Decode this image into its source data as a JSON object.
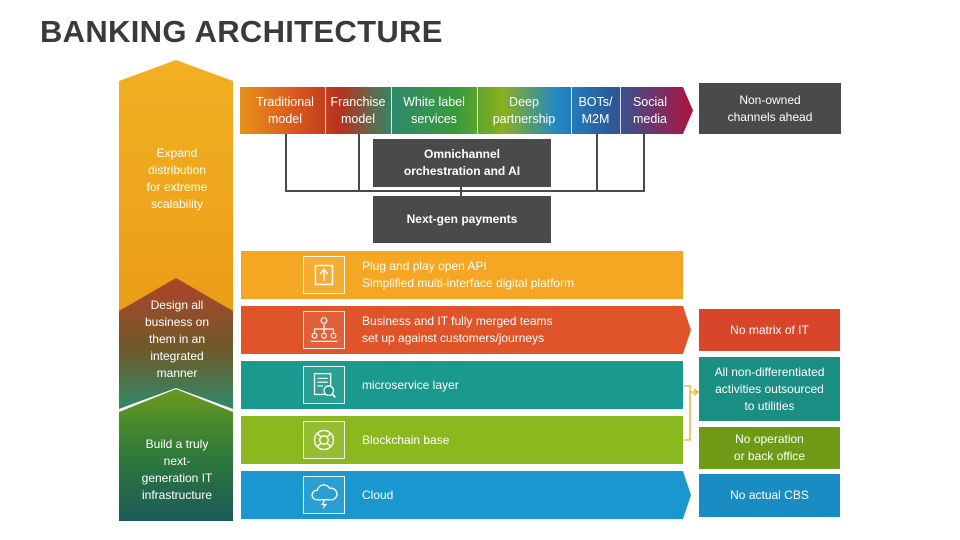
{
  "title": "BANKING ARCHITECTURE",
  "left_stack": [
    {
      "label": "Expand\ndistribution\nfor extreme\nscalability",
      "color": "#f0a81c"
    },
    {
      "label": "Design all\nbusiness on\nthem in an\nintegrated\nmanner",
      "color": "#8c4a2c"
    },
    {
      "label": "Build a truly\nnext-\ngeneration IT\ninfrastructure",
      "color": "#2e7a3a"
    }
  ],
  "channels": [
    "Traditional\nmodel",
    "Franchise\nmodel",
    "White label\nservices",
    "Deep\npartnership",
    "BOTs/\nM2M",
    "Social\nmedia"
  ],
  "non_owned": "Non-owned\nchannels ahead",
  "omnichannel": "Omnichannel\norchestration and AI",
  "payments": "Next-gen payments",
  "layers": [
    {
      "text": "Plug and play open API\nSimplified multi-interface digital platform",
      "icon": "upload-icon",
      "color": "#f5a623"
    },
    {
      "text": "Business and IT fully merged teams\nset up against customers/journeys",
      "icon": "org-chart-icon",
      "color": "#e0542a"
    },
    {
      "text": "microservice layer",
      "icon": "document-search-icon",
      "color": "#1a9a8e"
    },
    {
      "text": "Blockchain base",
      "icon": "lifebuoy-icon",
      "color": "#8bb81e"
    },
    {
      "text": "Cloud",
      "icon": "cloud-icon",
      "color": "#1b97cf"
    }
  ],
  "right_boxes": [
    {
      "text": "No matrix of IT",
      "color": "#d7462a"
    },
    {
      "text": "All non-differentiated\nactivities outsourced\nto utilities",
      "color": "#1a8e82"
    },
    {
      "text": "No operation\nor back office",
      "color": "#6f9a16"
    },
    {
      "text": "No actual CBS",
      "color": "#1a8cc4"
    }
  ],
  "colors": {
    "dark_box": "#4a4a4a",
    "title": "#3a3a3a",
    "bracket": "#f0a81c"
  }
}
